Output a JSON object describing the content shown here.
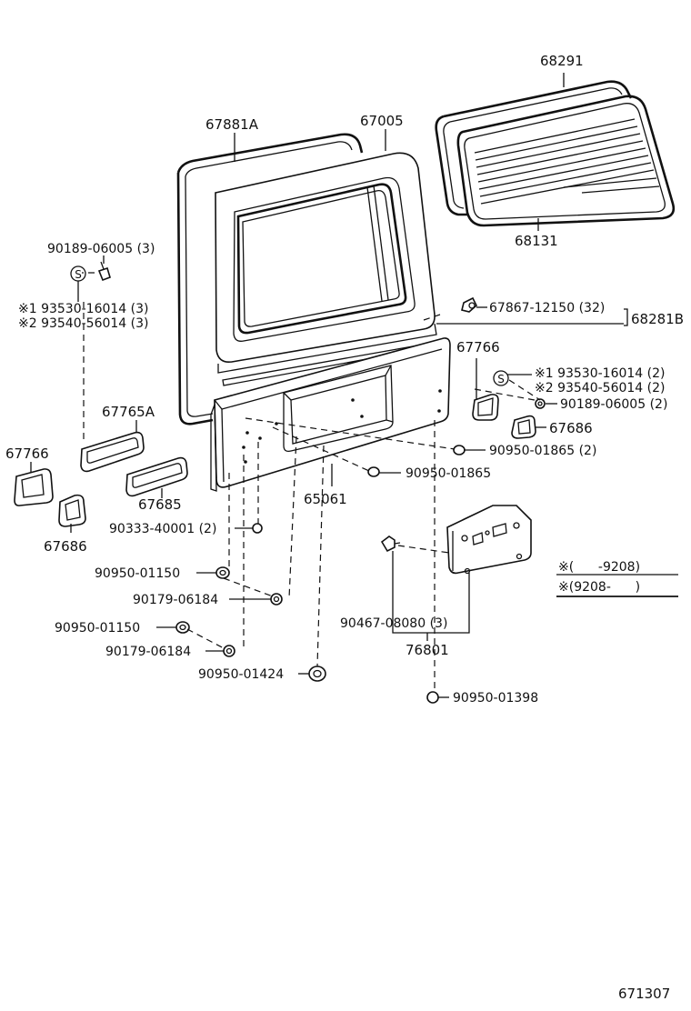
{
  "labels": {
    "p68291": "68291",
    "p68131": "68131",
    "p67881A": "67881A",
    "p67005": "67005",
    "p90189_06005_3": "90189-06005 (3)",
    "s_mark_left": "S",
    "p93530_16014_3": "※1 93530-16014 (3)",
    "p93540_56014_3": "※2 93540-56014 (3)",
    "p67867_12150": "67867-12150 (32)",
    "p68281B": "68281B",
    "p67766_right": "67766",
    "s_mark_right": "S",
    "p93530_16014_2": "※1 93530-16014 (2)",
    "p93540_56014_2": "※2 93540-56014 (2)",
    "p90189_06005_2": "90189-06005 (2)",
    "p67686_right": "67686",
    "p67765A": "67765A",
    "p67766_left": "67766",
    "p67685": "67685",
    "p67686_left": "67686",
    "p90950_01865_2": "90950-01865 (2)",
    "p90950_01865": "90950-01865",
    "p65061": "65061",
    "p90333_40001": "90333-40001 (2)",
    "p90950_01150_a": "90950-01150",
    "p90179_06184_a": "90179-06184",
    "p90950_01150_b": "90950-01150",
    "p90179_06184_b": "90179-06184",
    "p90950_01424": "90950-01424",
    "p90467_08080": "90467-08080 (3)",
    "p76801": "76801",
    "p90950_01398": "90950-01398",
    "legend_row1": "※(      -9208)",
    "legend_row2": "※(9208-      )",
    "page_code": "671307"
  }
}
